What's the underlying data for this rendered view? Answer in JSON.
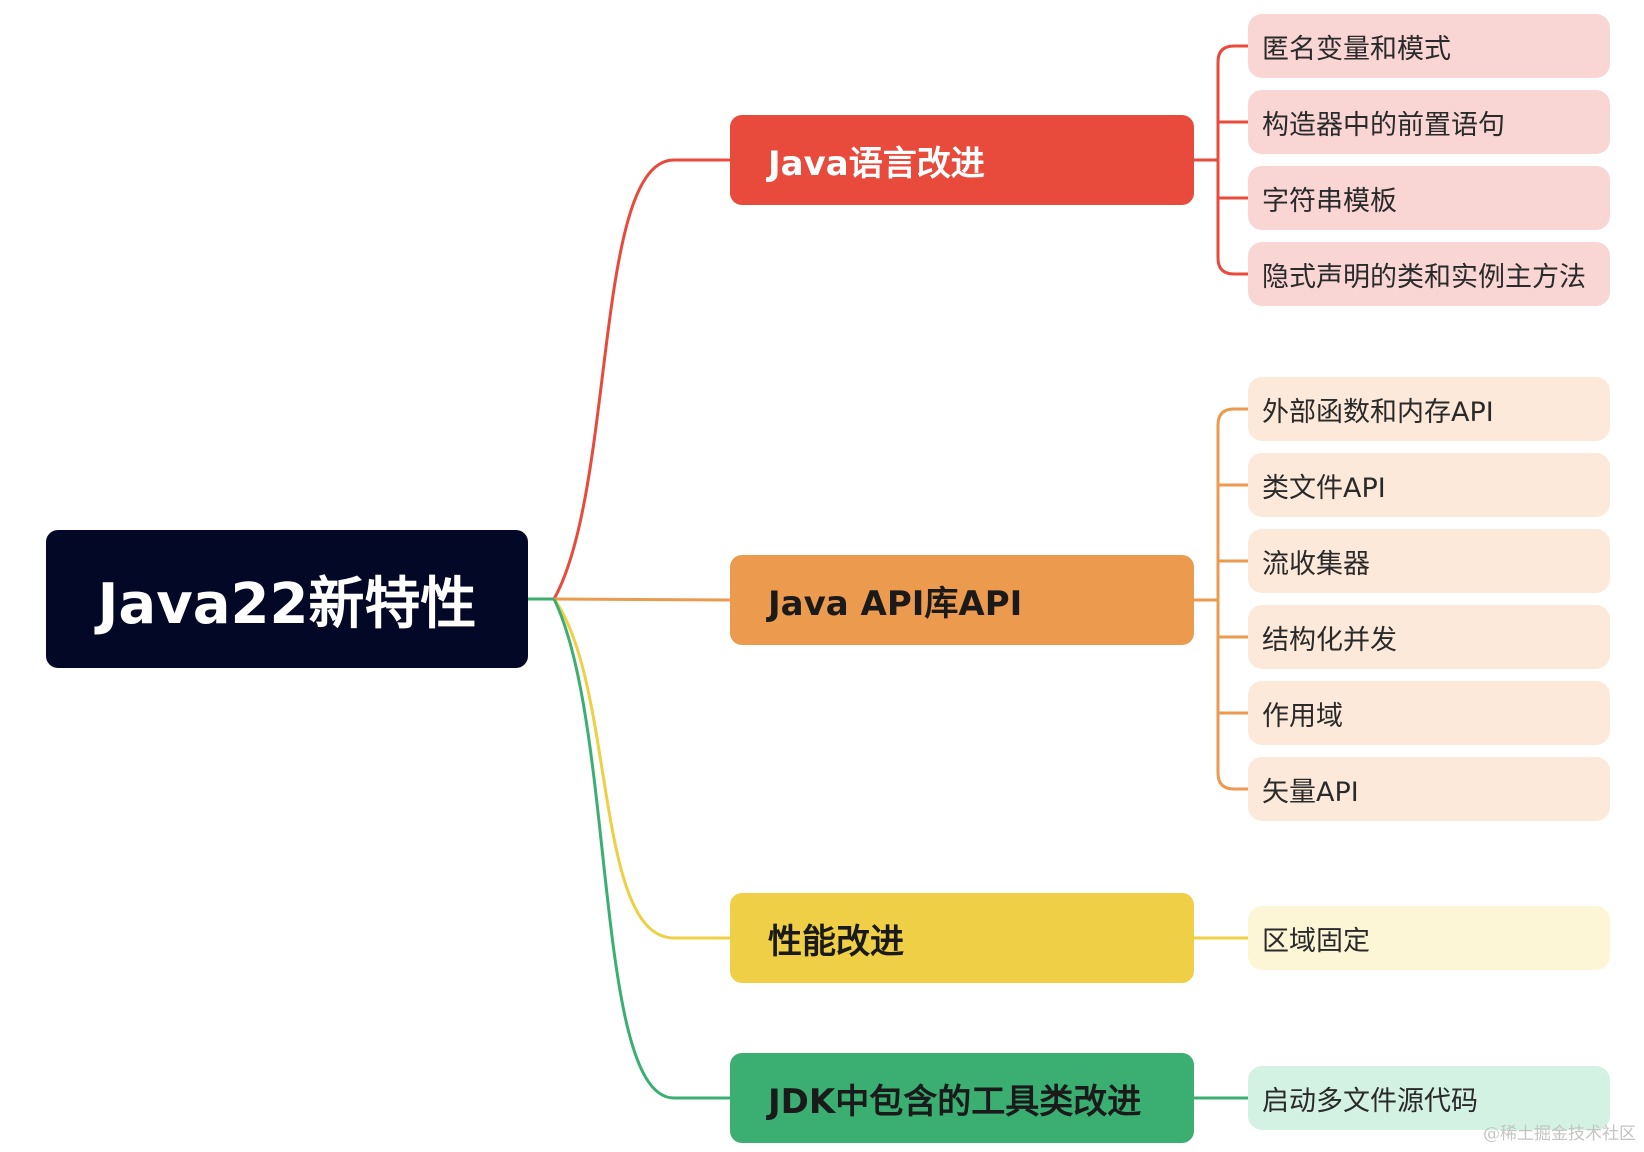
{
  "root": {
    "label": "Java22新特性",
    "color": "#020826"
  },
  "branches": [
    {
      "label": "Java语言改进",
      "color": "#E84A3C",
      "text_color": "#ffffff",
      "leaf_color": "#F9D6D4",
      "leaves": [
        "匿名变量和模式",
        "构造器中的前置语句",
        "字符串模板",
        "隐式声明的类和实例主方法"
      ]
    },
    {
      "label": "Java API库API",
      "color": "#EC9A4E",
      "text_color": "#1a1a1a",
      "leaf_color": "#FCE9DA",
      "leaves": [
        "外部函数和内存API",
        "类文件API",
        "流收集器",
        "结构化并发",
        "作用域",
        "矢量API"
      ]
    },
    {
      "label": "性能改进",
      "color": "#EECF45",
      "text_color": "#1a1a1a",
      "leaf_color": "#FCF6D7",
      "leaves": [
        "区域固定"
      ]
    },
    {
      "label": "JDK中包含的工具类改进",
      "color": "#3BAF72",
      "text_color": "#1a1a1a",
      "leaf_color": "#D3F2E4",
      "leaves": [
        "启动多文件源代码"
      ]
    }
  ],
  "watermark": "@稀土掘金技术社区"
}
